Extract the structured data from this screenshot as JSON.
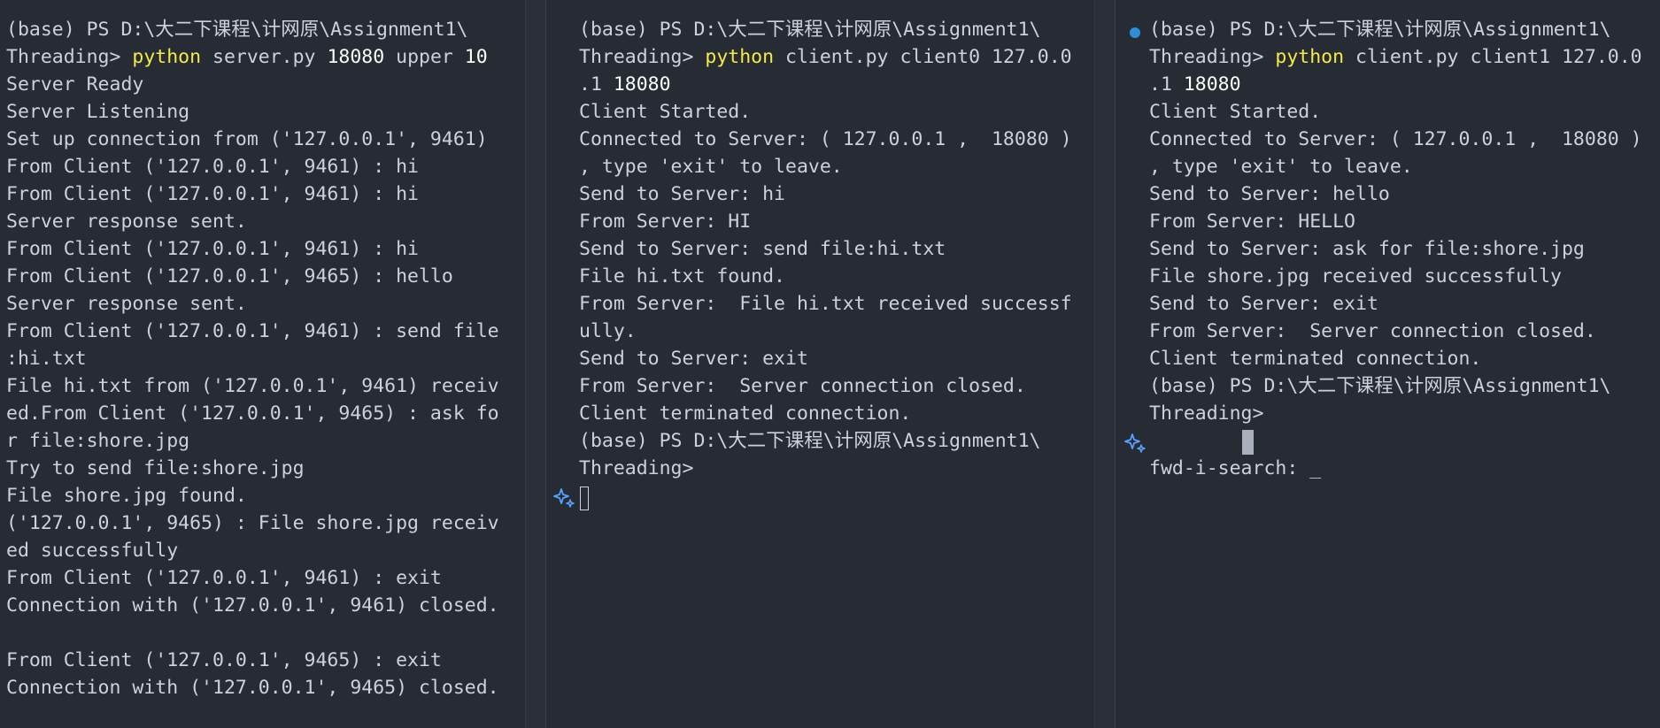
{
  "theme": {
    "background": "#272b33",
    "text": "#cdd1d9",
    "keyword": "#f3e94a",
    "accent_dot": "#2f8fd6",
    "sparkle": "#5aa2ff"
  },
  "panes": {
    "server": {
      "lines": [
        [
          "(base) PS D:\\大二下课程\\计网原\\Assignment1\\"
        ],
        [
          "Threading> ",
          "python",
          " server.py ",
          "18080",
          " upper ",
          "10"
        ],
        [
          "Server Ready"
        ],
        [
          "Server Listening"
        ],
        [
          "Set up connection from ('127.0.0.1', 9461)"
        ],
        [
          "From Client ('127.0.0.1', 9461) : hi"
        ],
        [
          "From Client ('127.0.0.1', 9461) : hi"
        ],
        [
          "Server response sent."
        ],
        [
          "From Client ('127.0.0.1', 9461) : hi"
        ],
        [
          "From Client ('127.0.0.1', 9465) : hello"
        ],
        [
          "Server response sent."
        ],
        [
          "From Client ('127.0.0.1', 9461) : send file"
        ],
        [
          ":hi.txt"
        ],
        [
          "File hi.txt from ('127.0.0.1', 9461) receiv"
        ],
        [
          "ed.From Client ('127.0.0.1', 9465) : ask fo"
        ],
        [
          "r file:shore.jpg"
        ],
        [
          "Try to send file:shore.jpg"
        ],
        [
          "File shore.jpg found."
        ],
        [
          "('127.0.0.1', 9465) : File shore.jpg receiv"
        ],
        [
          "ed successfully"
        ],
        [
          "From Client ('127.0.0.1', 9461) : exit"
        ],
        [
          "Connection with ('127.0.0.1', 9461) closed."
        ],
        [
          ""
        ],
        [
          "From Client ('127.0.0.1', 9465) : exit"
        ],
        [
          "Connection with ('127.0.0.1', 9465) closed."
        ]
      ]
    },
    "client0": {
      "lines": [
        [
          "(base) PS D:\\大二下课程\\计网原\\Assignment1\\"
        ],
        [
          "Threading> ",
          "python",
          " client.py client0 127.0.0"
        ],
        [
          ".1 ",
          "18080"
        ],
        [
          "Client Started."
        ],
        [
          "Connected to Server: ( 127.0.0.1 ,  18080 )"
        ],
        [
          ", type 'exit' to leave."
        ],
        [
          "Send to Server: hi"
        ],
        [
          "From Server: HI"
        ],
        [
          "Send to Server: send file:hi.txt"
        ],
        [
          "File hi.txt found."
        ],
        [
          "From Server:  File hi.txt received successf"
        ],
        [
          "ully."
        ],
        [
          "Send to Server: exit"
        ],
        [
          "From Server:  Server connection closed."
        ],
        [
          "Client terminated connection."
        ],
        [
          "(base) PS D:\\大二下课程\\计网原\\Assignment1\\"
        ],
        [
          "Threading>"
        ]
      ]
    },
    "client1": {
      "lines": [
        [
          "(base) PS D:\\大二下课程\\计网原\\Assignment1\\"
        ],
        [
          "Threading> ",
          "python",
          " client.py client1 127.0.0"
        ],
        [
          ".1 ",
          "18080"
        ],
        [
          "Client Started."
        ],
        [
          "Connected to Server: ( 127.0.0.1 ,  18080 )"
        ],
        [
          ", type 'exit' to leave."
        ],
        [
          "Send to Server: hello"
        ],
        [
          "From Server: HELLO"
        ],
        [
          "Send to Server: ask for file:shore.jpg"
        ],
        [
          "File shore.jpg received successfully"
        ],
        [
          "Send to Server: exit"
        ],
        [
          "From Server:  Server connection closed."
        ],
        [
          "Client terminated connection."
        ],
        [
          "(base) PS D:\\大二下课程\\计网原\\Assignment1\\"
        ],
        [
          "Threading>"
        ],
        [
          ""
        ],
        [
          "fwd-i-search: _"
        ]
      ]
    }
  }
}
